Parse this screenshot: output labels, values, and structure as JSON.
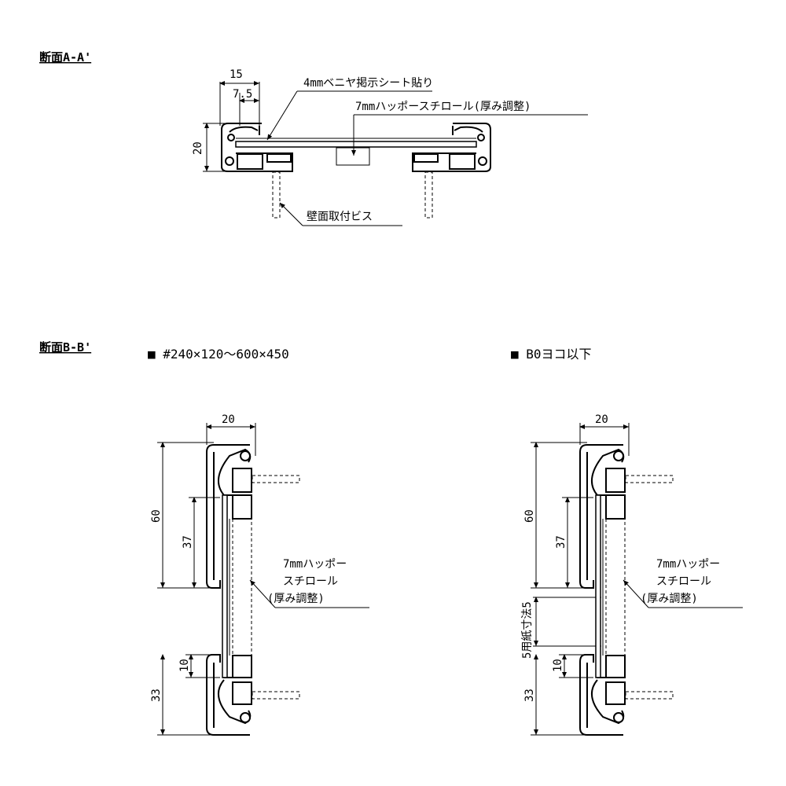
{
  "sections": {
    "aa_title": "断面A-A'",
    "bb_title": "断面B-B'"
  },
  "aa": {
    "dim_15": "15",
    "dim_7_5": "7.5",
    "dim_20": "20",
    "label_sheet": "4mmベニヤ掲示シート貼り",
    "label_styro": "7mmハッポースチロール(厚み調整)",
    "label_screw": "壁面取付ビス"
  },
  "bb_left": {
    "heading": "■ #240×120～600×450",
    "dim_20": "20",
    "dim_60": "60",
    "dim_37": "37",
    "dim_10": "10",
    "dim_33": "33",
    "label_line1": "7mmハッポー",
    "label_line2": "スチロール",
    "label_line3": "(厚み調整)"
  },
  "bb_right": {
    "heading": "■ B0ヨコ以下",
    "dim_20": "20",
    "dim_60": "60",
    "dim_37": "37",
    "dim_10": "10",
    "dim_33": "33",
    "dim_paper": "5用紙寸法5",
    "label_line1": "7mmハッポー",
    "label_line2": "スチロール",
    "label_line3": "(厚み調整)"
  },
  "colors": {
    "ink": "#000000",
    "paper": "#ffffff"
  }
}
